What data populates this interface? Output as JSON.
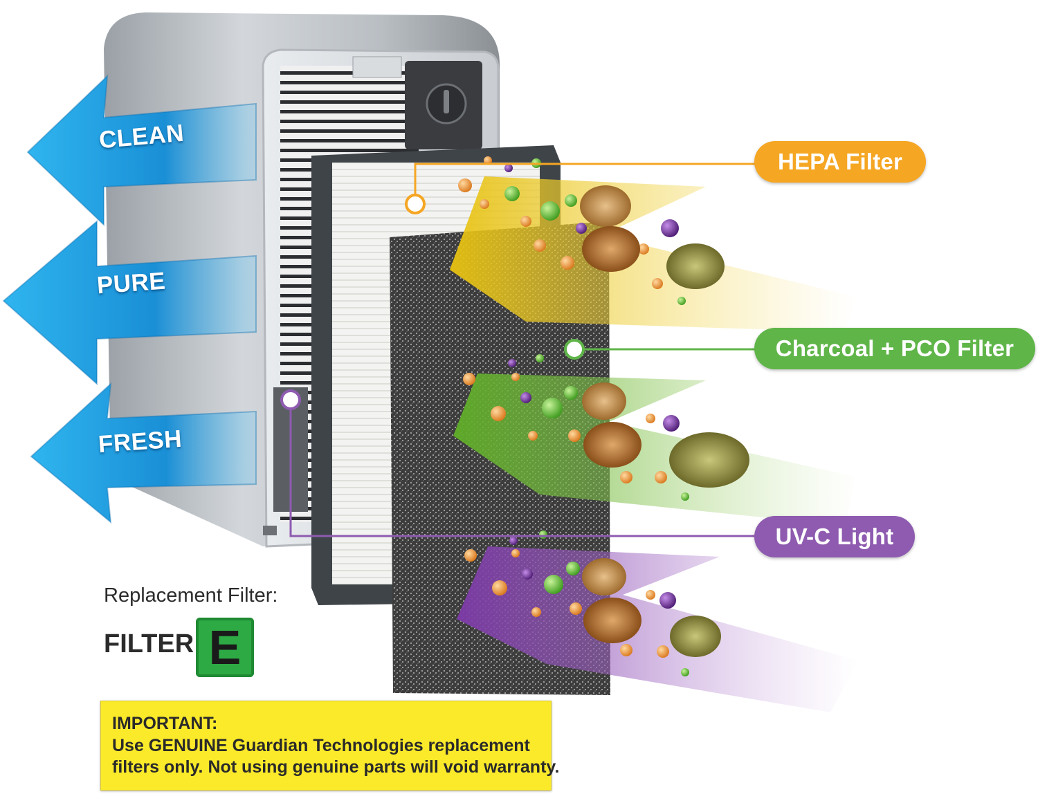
{
  "arrows": [
    {
      "label": "CLEAN"
    },
    {
      "label": "PURE"
    },
    {
      "label": "FRESH"
    }
  ],
  "callouts": {
    "hepa": {
      "label": "HEPA Filter",
      "color": "#f5a623"
    },
    "charcoal": {
      "label": "Charcoal  + PCO Filter",
      "color": "#5fb548"
    },
    "uvc": {
      "label": "UV-C Light",
      "color": "#8e5bb0"
    }
  },
  "replacement": {
    "label": "Replacement Filter:",
    "filter_word": "FILTER",
    "filter_letter": "E",
    "badge_color": "#2eaa45"
  },
  "notice": {
    "title": "IMPORTANT:",
    "lines": [
      "Use GENUINE Guardian Technologies replacement",
      "filters only. Not using genuine parts will void warranty."
    ],
    "background": "#fbea2a"
  },
  "colors": {
    "arrow_blue": "#1f9fe0",
    "hepa_beam": "#f2d33a",
    "charcoal_beam": "#7bc142",
    "uvc_beam": "#9a5cc0"
  }
}
